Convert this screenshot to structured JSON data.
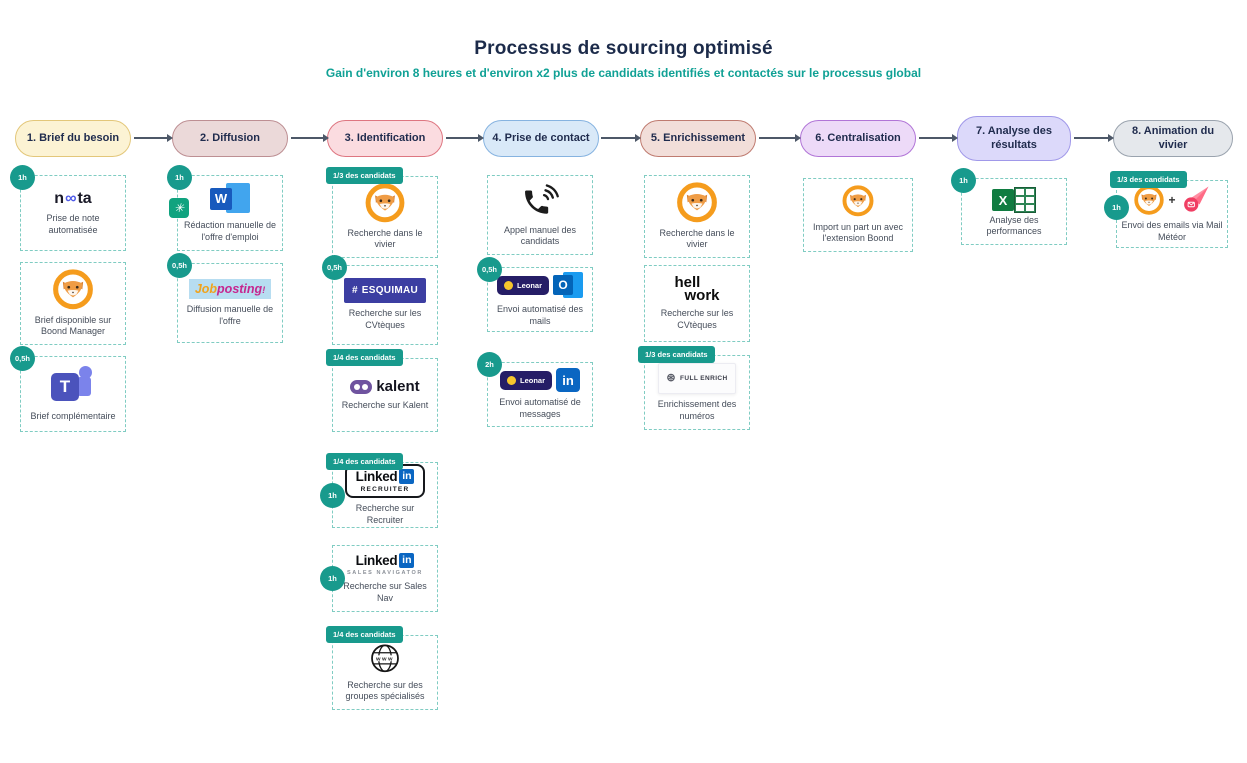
{
  "title": "Processus de sourcing optimisé",
  "subtitle": "Gain d'environ 8 heures et d'environ x2 plus de candidats identifiés et contactés sur le processus global",
  "colors": {
    "accent_teal": "#189a8d",
    "title_navy": "#1c2b4a",
    "stage_colors": [
      "#fcf3d4",
      "#ebd9d9",
      "#fbdce0",
      "#d9e9f8",
      "#f2ded9",
      "#eddaf8",
      "#dcd9fa",
      "#e5e8ec"
    ]
  },
  "stages": [
    {
      "label": "1. Brief du besoin"
    },
    {
      "label": "2. Diffusion"
    },
    {
      "label": "3. Identification"
    },
    {
      "label": "4. Prise de contact"
    },
    {
      "label": "5. Enrichissement"
    },
    {
      "label": "6. Centralisation"
    },
    {
      "label": "7. Analyse des résultats"
    },
    {
      "label": "8. Animation du vivier"
    }
  ],
  "logos": {
    "noota_n": "n",
    "noota_oo": "∞",
    "noota_ta": "ta",
    "teams_t": "T",
    "chatgpt_mark": "✳",
    "word_w": "W",
    "jobposting_job": "Job",
    "jobposting_posting": "posting",
    "jobposting_mark": "!",
    "esquimau_mark": "#",
    "esquimau_name": "ESQUIMAU",
    "kalent_name": "kalent",
    "linkedin_word": "Linked",
    "linkedin_in": "in",
    "recruiter": "RECRUITER",
    "sales_navigator": "SALES NAVIGATOR",
    "www": "WWW",
    "leonar_name": "Leonar",
    "outlook_o": "O",
    "hellowork_line1": "hell",
    "hellowork_line2": "work",
    "fullenrich_globe": "⊛",
    "fullenrich_name": "FULL ENRICH",
    "excel_x": "X",
    "plus_sign": "+"
  },
  "columns": [
    {
      "cards": [
        {
          "time": "1h",
          "label": "Prise de note automatisée"
        },
        {
          "label": "Brief disponible sur Boond Manager"
        },
        {
          "time": "0,5h",
          "label": "Brief complémentaire"
        }
      ]
    },
    {
      "cards": [
        {
          "time": "1h",
          "label": "Rédaction manuelle de l'offre d'emploi"
        },
        {
          "time": "0,5h",
          "label": "Diffusion manuelle de l'offre"
        }
      ]
    },
    {
      "cards": [
        {
          "fraction": "1/3 des candidats",
          "label": "Recherche dans le vivier"
        },
        {
          "time": "0,5h",
          "label": "Recherche sur les CVtèques"
        },
        {
          "fraction": "1/4 des candidats",
          "label": "Recherche sur Kalent"
        },
        {
          "fraction": "1/4 des candidats",
          "time": "1h",
          "label": "Recherche sur Recruiter"
        },
        {
          "time": "1h",
          "label": "Recherche sur Sales Nav"
        },
        {
          "fraction": "1/4 des candidats",
          "label": "Recherche sur des groupes spécialisés"
        }
      ]
    },
    {
      "cards": [
        {
          "label": "Appel manuel des candidats"
        },
        {
          "time": "0,5h",
          "label": "Envoi automatisé des mails"
        },
        {
          "time": "2h",
          "label": "Envoi automatisé de messages"
        }
      ]
    },
    {
      "cards": [
        {
          "label": "Recherche dans le vivier"
        },
        {
          "label": "Recherche sur les CVtèques"
        },
        {
          "fraction": "1/3 des candidats",
          "label": "Enrichissement des numéros"
        }
      ]
    },
    {
      "cards": [
        {
          "label": "Import un part un avec l'extension Boond"
        }
      ]
    },
    {
      "cards": [
        {
          "time": "1h",
          "label": "Analyse des performances"
        }
      ]
    },
    {
      "cards": [
        {
          "fraction": "1/3 des candidats",
          "time": "1h",
          "label": "Envoi des emails via Mail Météor"
        }
      ]
    }
  ]
}
